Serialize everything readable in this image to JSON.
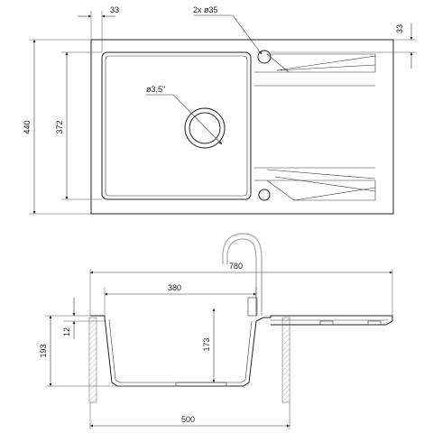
{
  "top_view": {
    "dim_corner_x": "33",
    "dim_corner_y": "33",
    "dim_holes": "2x ø35",
    "dim_drain": "ø3,5\"",
    "dim_total_height": "440",
    "dim_bowl_height": "372"
  },
  "side_view": {
    "dim_total_width": "780",
    "dim_bowl_width": "380",
    "dim_total_depth": "193",
    "dim_rim": "12",
    "dim_bowl_depth": "173",
    "dim_cabinet": "500"
  },
  "colors": {
    "line": "#222222",
    "cabinet_hatch": "#aaaaaa",
    "tap": "#999999"
  }
}
